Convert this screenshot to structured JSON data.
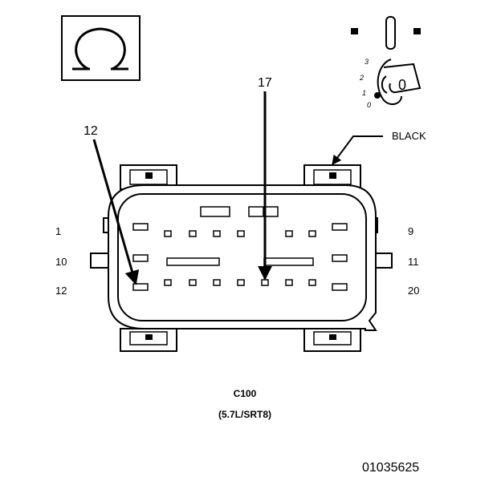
{
  "symbol": {
    "icon": "ohm-icon",
    "glyph": "Ω"
  },
  "ignition": {
    "icon": "ignition-key-icon",
    "positions": [
      "3",
      "2",
      "1",
      "0"
    ],
    "key_label": "0"
  },
  "connector": {
    "color_label": "BLACK",
    "pin_callouts": {
      "left": "12",
      "top": "17"
    },
    "row_labels": {
      "left": [
        "1",
        "10",
        "12"
      ],
      "right": [
        "9",
        "11",
        "20"
      ]
    },
    "name": "C100",
    "variant": "(5.7L/SRT8)"
  },
  "figure_id": "01035625"
}
